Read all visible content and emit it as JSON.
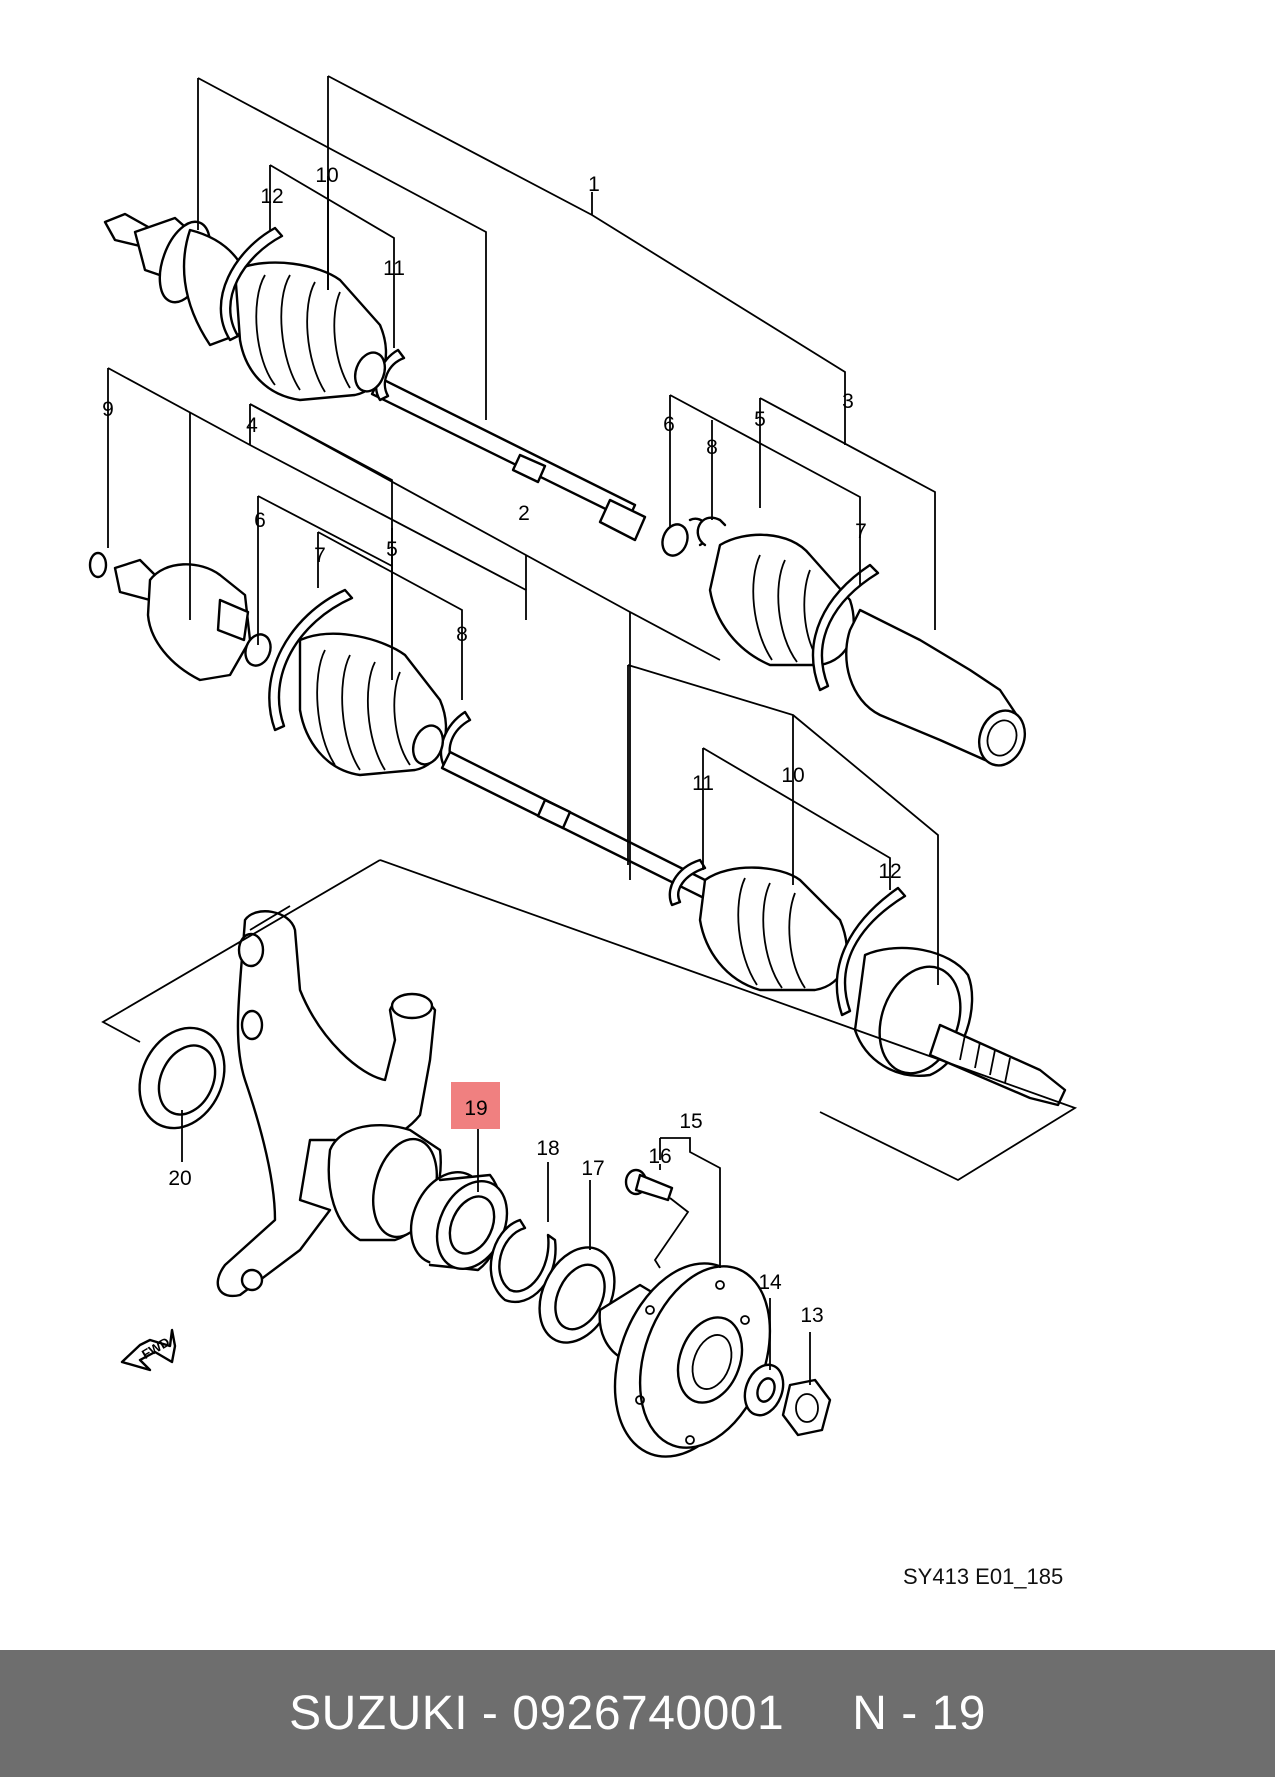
{
  "diagram": {
    "callouts": {
      "c1": "1",
      "c2": "2",
      "c3": "3",
      "c4": "4",
      "c5a": "5",
      "c5b": "5",
      "c6a": "6",
      "c6b": "6",
      "c7a": "7",
      "c7b": "7",
      "c8a": "8",
      "c8b": "8",
      "c9": "9",
      "c10a": "10",
      "c10b": "10",
      "c11a": "11",
      "c11b": "11",
      "c12a": "12",
      "c12b": "12",
      "c13": "13",
      "c14": "14",
      "c15": "15",
      "c16": "16",
      "c17": "17",
      "c18": "18",
      "c19": "19",
      "c20": "20"
    },
    "highlighted_part": "19",
    "highlight_color": "#f08080",
    "fwd_label": "FWD",
    "drawing_code": "SY413 E01_185"
  },
  "footer": {
    "brand": "SUZUKI",
    "separator": " - ",
    "part_number": "0926740001",
    "position_label": "N - 19",
    "background": "#6e6e6e"
  }
}
